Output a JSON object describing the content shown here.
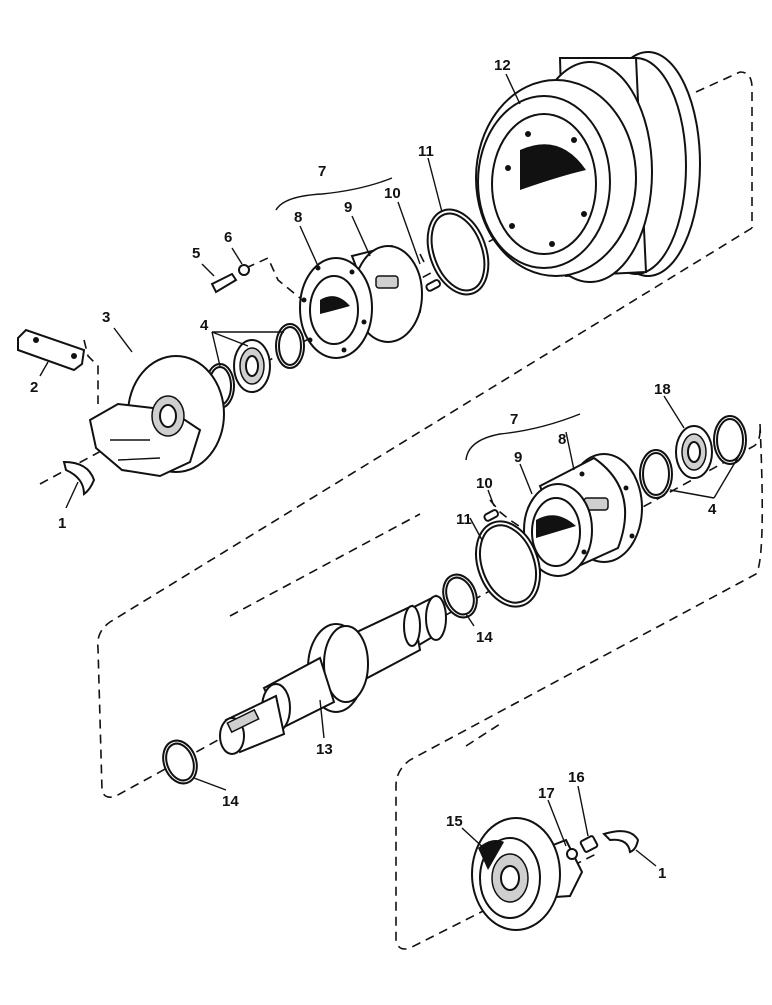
{
  "callouts": {
    "c1_top": "1",
    "c2": "2",
    "c3": "3",
    "c4_top": "4",
    "c5": "5",
    "c6": "6",
    "c7_top": "7",
    "c8_top": "8",
    "c9_top": "9",
    "c10_top": "10",
    "c11_top": "11",
    "c12": "12",
    "c7_mid": "7",
    "c8_mid": "8",
    "c9_mid": "9",
    "c10_mid": "10",
    "c11_mid": "11",
    "c18": "18",
    "c4_mid": "4",
    "c14_mid": "14",
    "c13": "13",
    "c14_bot": "14",
    "c15": "15",
    "c17": "17",
    "c16": "16",
    "c1_bot": "1"
  }
}
